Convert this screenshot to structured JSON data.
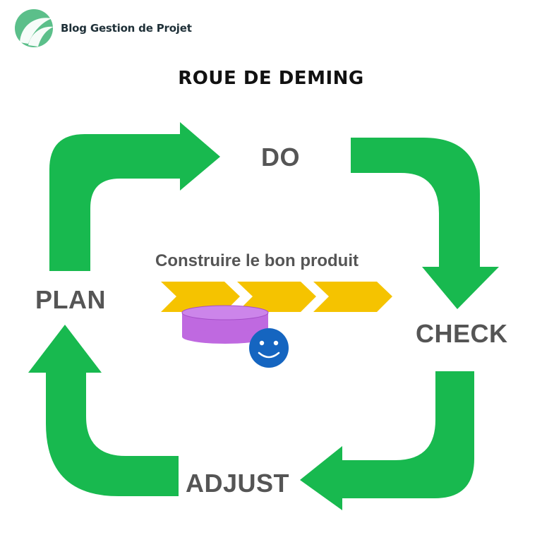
{
  "brand": {
    "name": "Blog Gestion de Projet"
  },
  "title": "ROUE DE DEMING",
  "stages": {
    "do": "DO",
    "check": "CHECK",
    "adjust": "ADJUST",
    "plan": "PLAN"
  },
  "center": {
    "caption": "Construire le bon produit"
  },
  "colors": {
    "arrow": "#18b94f",
    "chevron": "#f5c300",
    "cylinder": "#bf69e0",
    "smiley": "#1565c0",
    "label": "#555555",
    "logo": "#5bbf8a"
  }
}
